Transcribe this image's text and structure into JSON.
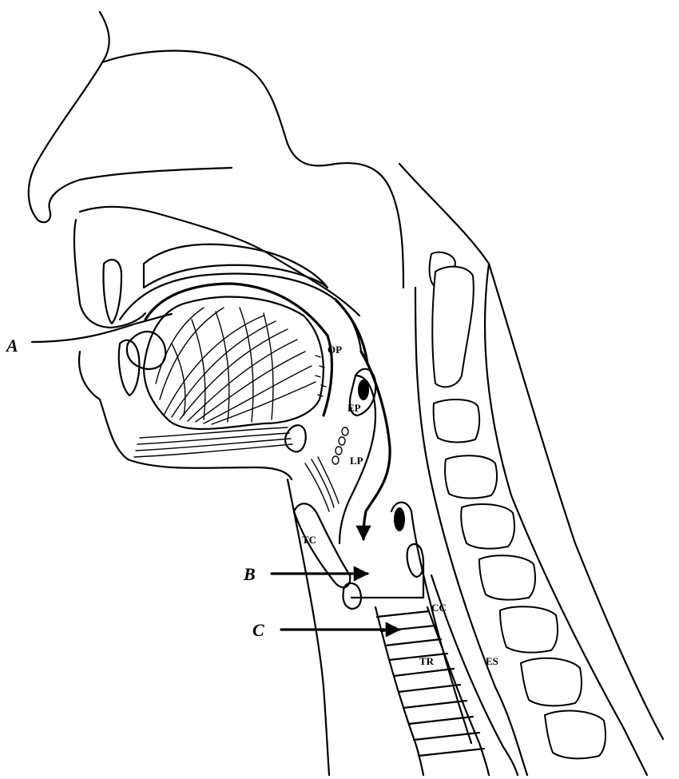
{
  "labels": {
    "a": "A",
    "b": "B",
    "c": "C",
    "op": "OP",
    "ep": "EP",
    "lp": "LP",
    "tc": "TC",
    "cc": "CC",
    "tr": "TR",
    "es": "ES"
  }
}
